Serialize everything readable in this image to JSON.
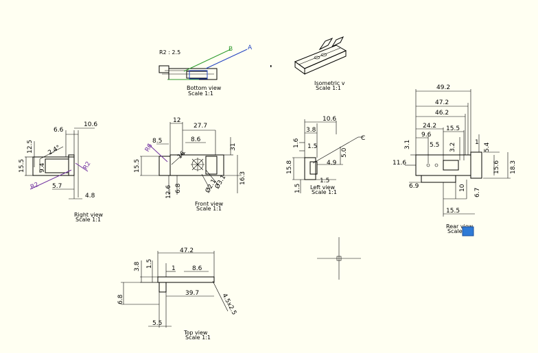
{
  "views": {
    "bottom": {
      "title": "Bottom view",
      "scale": "Scale 1:1"
    },
    "isometric": {
      "title": "Isometric v",
      "scale": "Scale 1:1"
    },
    "right": {
      "title": "Right view",
      "scale": "Scale 1:1"
    },
    "front": {
      "title": "Front view",
      "scale": "Scale 1:1"
    },
    "left": {
      "title": "Left view",
      "scale": "Scale 1:1"
    },
    "rear": {
      "title": "Rear view",
      "scale": "Scale 1:1"
    },
    "top": {
      "title": "Top view",
      "scale": "Scale 1:1"
    }
  },
  "bottom_note": "R2 : 2.5",
  "markers": {
    "a": "A",
    "b": "B",
    "c": "C"
  },
  "dims": {
    "right": {
      "d106": "10.6",
      "d66": "6.6",
      "d125": "12.5",
      "d155": "15.5",
      "d94": "9.4",
      "d57": "5.7",
      "d48": "4.8",
      "r2a": "R2",
      "r2b": "R2",
      "ang": "2.4°"
    },
    "front": {
      "d12": "12",
      "d277": "27.7",
      "d85": "8.5",
      "d86": "8.6",
      "d31": "31",
      "d155": "15.5",
      "d126": "12.6",
      "d68": "6.8",
      "d163": "16.3",
      "r6": "R6",
      "d21": "Ø2.1",
      "d31b": "Ø3.1",
      "d16": "16"
    },
    "left": {
      "d106": "10.6",
      "d38": "3.8",
      "d16": "1.6",
      "d15a": "1.5",
      "d158": "15.8",
      "d49": "4.9",
      "d50": "5.0",
      "d15b": "1.5",
      "d15c": "1.5"
    },
    "rear": {
      "d492": "49.2",
      "d472": "47.2",
      "d462": "46.2",
      "d242": "24.2",
      "d96": "9.6",
      "d155a": "15.5",
      "d55": "5.5",
      "d32": "3.2",
      "d1": "1",
      "d54": "5.4",
      "d31": "3.1",
      "d116": "11.6",
      "d156": "15.6",
      "d183": "18.3",
      "d69": "6.9",
      "d10": "10",
      "d67": "6.7",
      "d155b": "15.5"
    },
    "top": {
      "d472": "47.2",
      "d38": "3.8",
      "d15": "1.5",
      "d1": "1",
      "d86": "8.6",
      "d68": "6.8",
      "d397": "39.7",
      "d55": "5.5",
      "d45": "4.5x2.5"
    }
  }
}
